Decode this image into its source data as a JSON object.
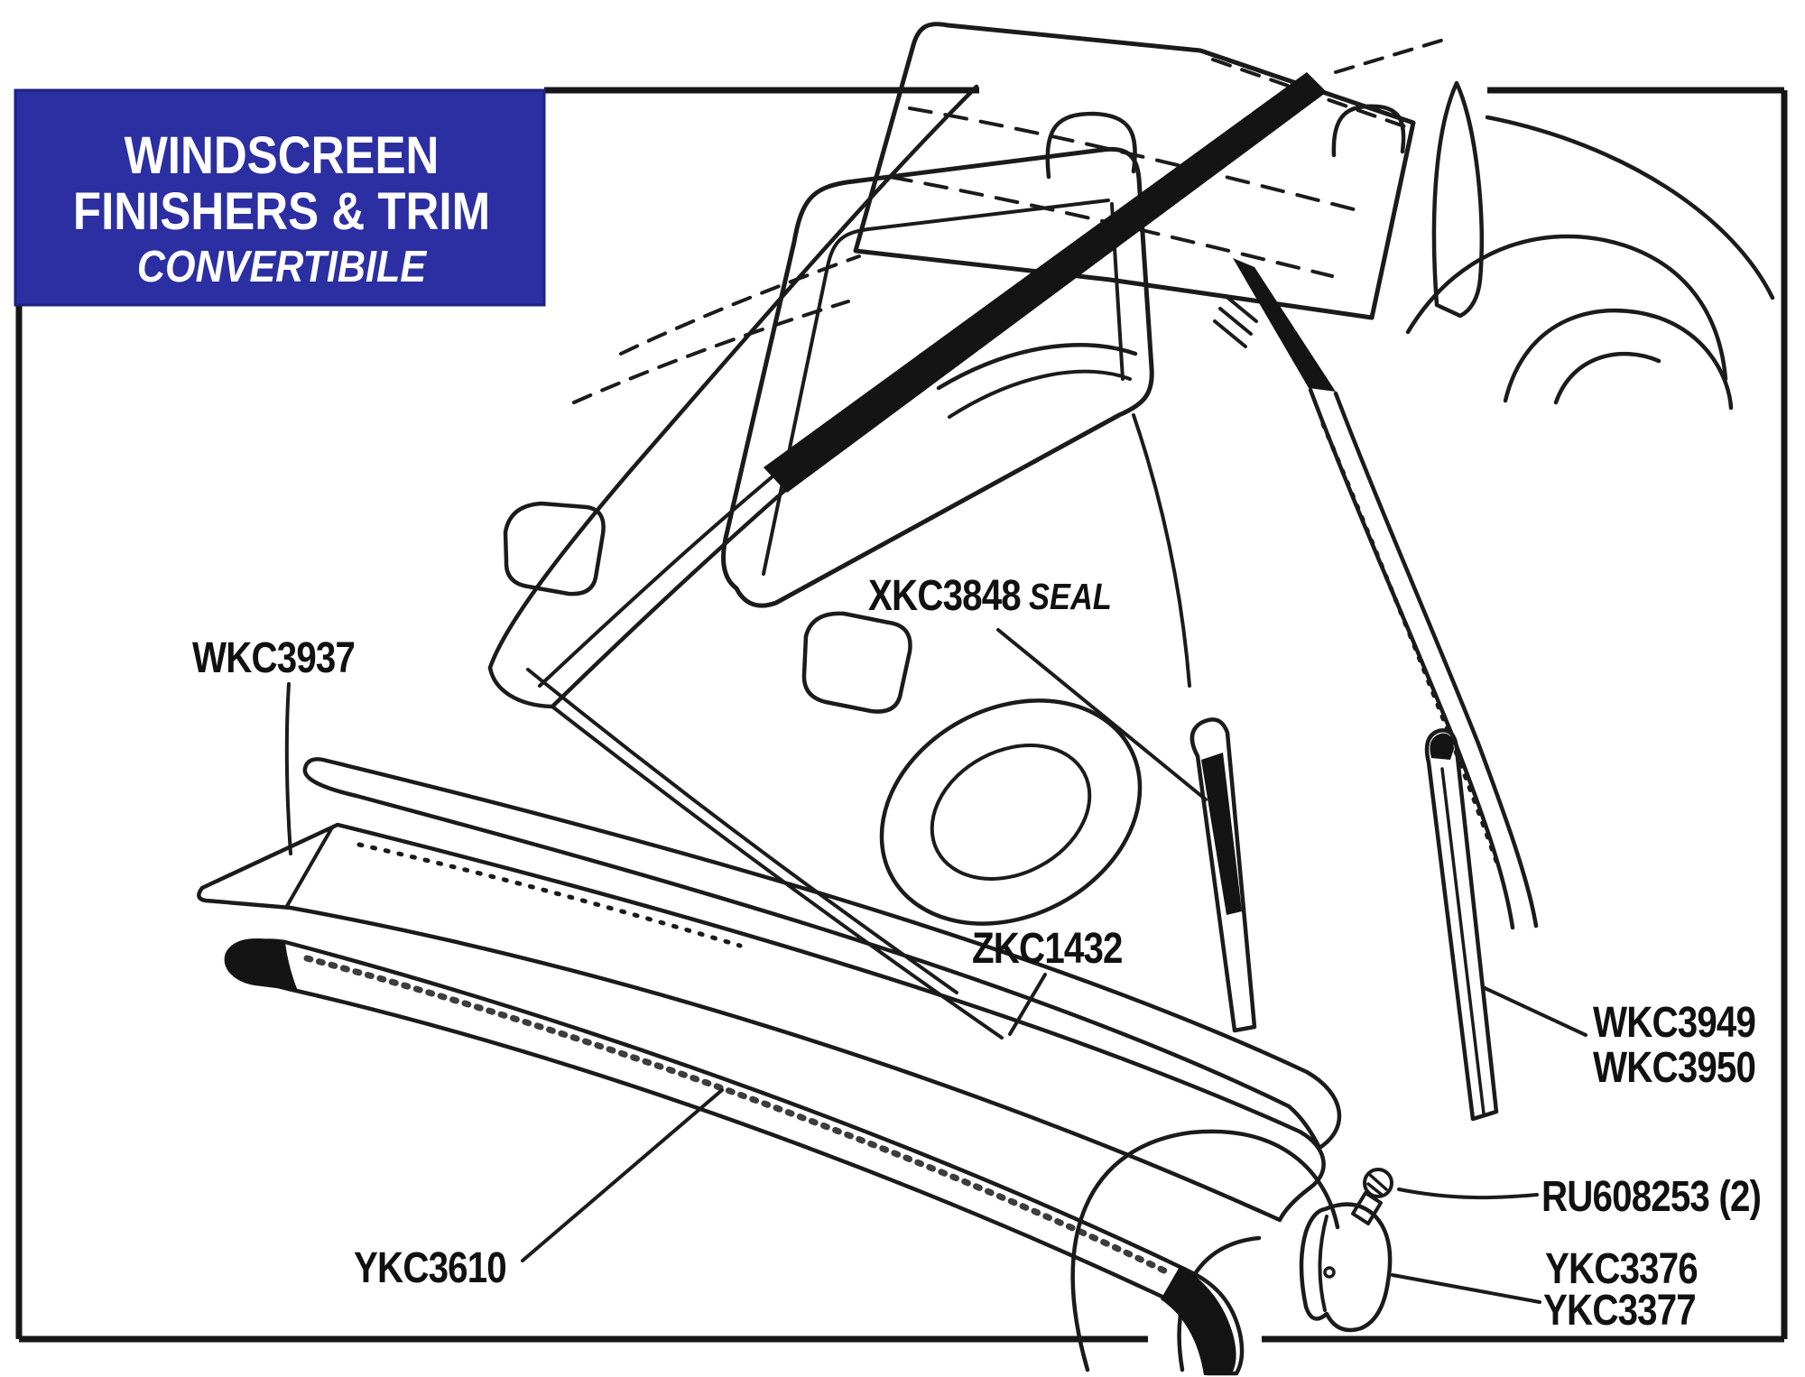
{
  "title_block": {
    "line1": "WINDSCREEN",
    "line2": "FINISHERS & TRIM",
    "line3": "CONVERTIBILE"
  },
  "part_labels": {
    "wkc3937": "WKC3937",
    "xkc3848": "XKC3848",
    "xkc3848_note": "SEAL",
    "zkc1432": "ZKC1432",
    "wkc3949": "WKC3949",
    "wkc3950": "WKC3950",
    "ru608253": "RU608253 (2)",
    "ykc3376": "YKC3376",
    "ykc3377": "YKC3377",
    "ykc3610": "YKC3610"
  },
  "colors": {
    "accent_blue": "#2b2fa2",
    "ink": "#1b1b1b",
    "paper": "#ffffff"
  }
}
